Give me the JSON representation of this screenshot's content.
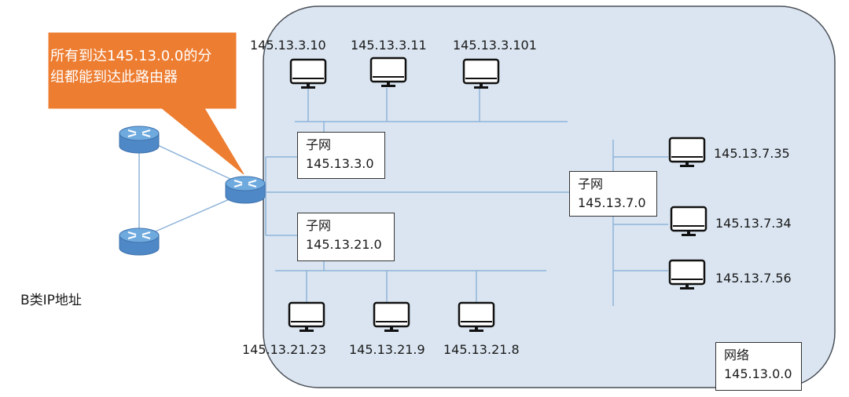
{
  "colors": {
    "network_fill": "#dae5f1",
    "network_stroke": "#4a4f57",
    "line": "#8fb3d9",
    "callout": "#ed7d31",
    "router": "#5b9bd5"
  },
  "callout": {
    "line1": "所有到达145.13.0.0的分",
    "line2": "组都能到达此路由器"
  },
  "class_label": "B类IP地址",
  "network_box": {
    "title": "网络",
    "address": "145.13.0.0"
  },
  "subnets": {
    "s3": {
      "title": "子网",
      "address": "145.13.3.0"
    },
    "s21": {
      "title": "子网",
      "address": "145.13.21.0"
    },
    "s7": {
      "title": "子网",
      "address": "145.13.7.0"
    }
  },
  "hosts": {
    "h3_10": "145.13.3.10",
    "h3_11": "145.13.3.11",
    "h3_101": "145.13.3.101",
    "h21_23": "145.13.21.23",
    "h21_9": "145.13.21.9",
    "h21_8": "145.13.21.8",
    "h7_35": "145.13.7.35",
    "h7_34": "145.13.7.34",
    "h7_56": "145.13.7.56"
  },
  "icons": {
    "router": "router-icon",
    "computer": "monitor-icon"
  }
}
